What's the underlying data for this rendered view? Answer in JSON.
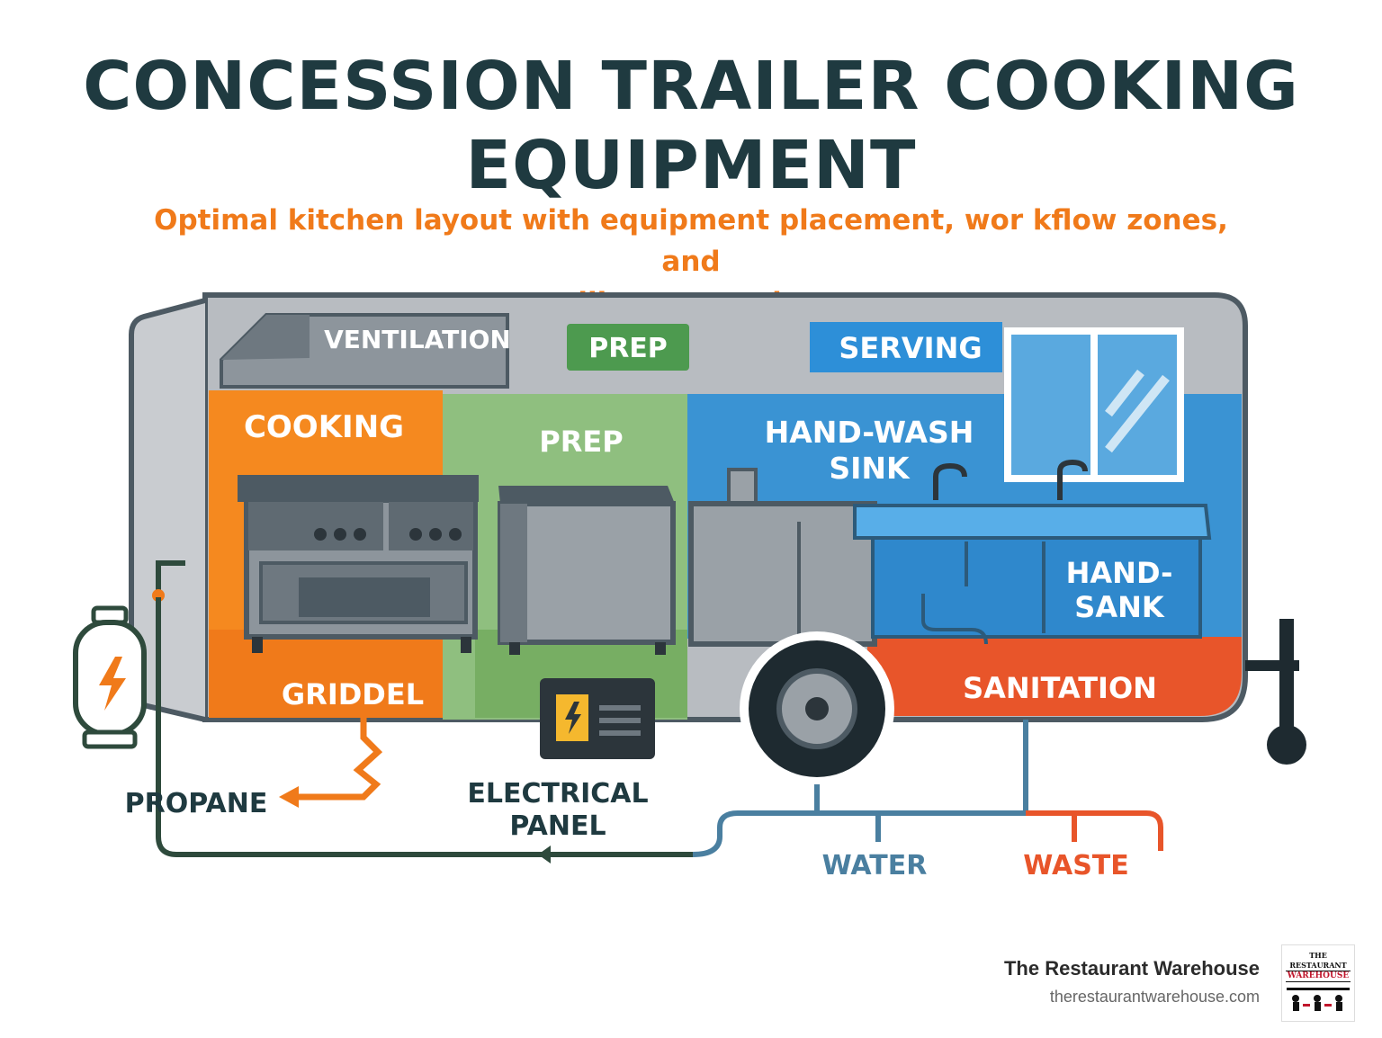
{
  "title_line1": "CONCESSION TRAILER COOKING",
  "title_line2": "EQUIPMENT",
  "subtitle_line1": "Optimal kitchen layout with equipment placement, wor kflow zones, and",
  "subtitle_line2": "utility connections",
  "zones": {
    "ventilation": "VENTILATION",
    "prep_badge": "PREP",
    "serving": "SERVING",
    "cooking": "COOKING",
    "prep": "PREP",
    "handwash_line1": "HAND-WASH",
    "handwash_line2": "SINK",
    "handsank_line1": "HAND-",
    "handsank_line2": "SANK",
    "griddel": "GRIDDEL",
    "sanitation": "SANITATION"
  },
  "utilities": {
    "propane": "PROPANE",
    "electrical_line1": "ELECTRICAL",
    "electrical_line2": "PANEL",
    "water": "WATER",
    "waste": "WASTE"
  },
  "brand": {
    "name": "The Restaurant Warehouse",
    "url": "therestaurantwarehouse.com",
    "logo_line1": "THE",
    "logo_line2": "RESTAURANT",
    "logo_line3": "WAREHOUSE"
  },
  "colors": {
    "title": "#1f3a40",
    "subtitle": "#f07a1a",
    "cooking": "#f5891f",
    "prep": "#7fb56f",
    "serving": "#3a93d3",
    "sanitation": "#e8552a",
    "trailer": "#b8bcc1",
    "water": "#4a7fa0",
    "waste": "#e8552a",
    "propane_line": "#2e4a3c"
  }
}
